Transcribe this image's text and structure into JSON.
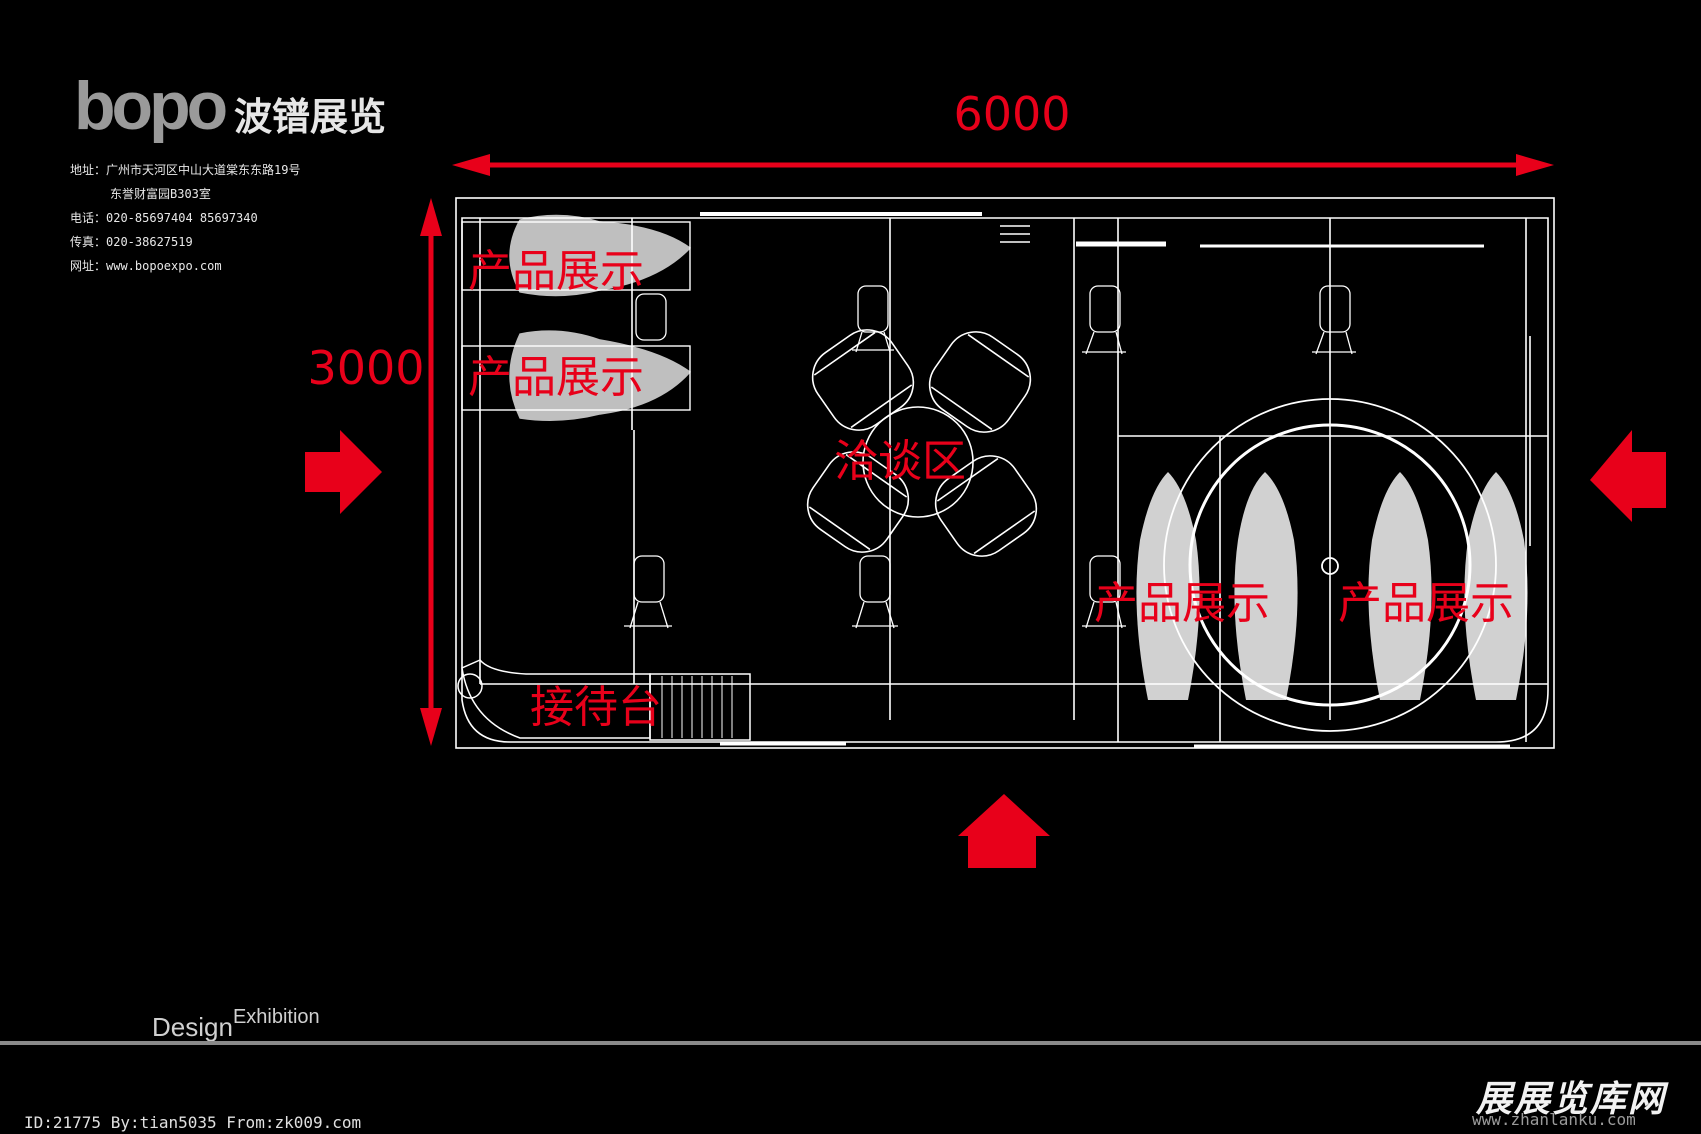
{
  "logo": {
    "latin": "bopo",
    "chinese": "波镨展览"
  },
  "contact": {
    "address_line1": "地址：广州市天河区中山大道棠东东路19号",
    "address_line2": "东誉财富园B303室",
    "phone": "电话：020-85697404  85697340",
    "fax": "传真：020-38627519",
    "website": "网址：www.bopoexpo.com"
  },
  "diagram": {
    "width_label": "6000",
    "height_label": "3000",
    "zones": {
      "product_display_1": "产品展示",
      "product_display_2": "产品展示",
      "negotiation_area": "洽谈区",
      "product_display_3": "产品展示",
      "product_display_4": "产品展示",
      "reception_desk": "接待台"
    },
    "colors": {
      "line": "#ffffff",
      "accent": "#e8001a",
      "background": "#000000"
    }
  },
  "design_label": {
    "main": "Design",
    "sup": "Exhibition"
  },
  "footer": {
    "credit": "ID:21775 By:tian5035 From:zk009.com",
    "watermark": "展展览库网",
    "watermark_url": "www.zhanlanku.com"
  }
}
